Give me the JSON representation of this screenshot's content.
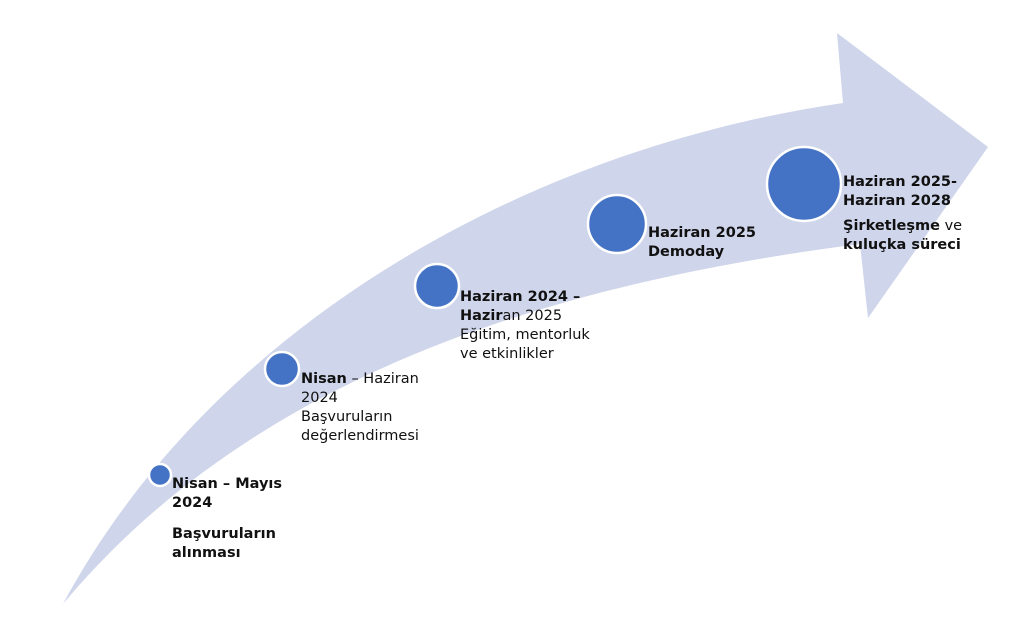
{
  "colors": {
    "arrow_fill": "#cfd5ea",
    "node_fill": "#4472c4",
    "node_stroke": "#ffffff",
    "text": "#111111"
  },
  "milestones": [
    {
      "date_line1": "Nisan – Mayıs",
      "date_line2": "2024",
      "desc_line1": "Başvuruların",
      "desc_line2": "alınması"
    },
    {
      "date_bold": "Nisan",
      "date_rest": " –  Haziran",
      "date_line2": "2024",
      "desc_line1": "Başvuruların",
      "desc_line2": "değerlendirmesi"
    },
    {
      "date_line1": "Haziran 2024 –",
      "date_line2_bold": "Hazir",
      "date_line2_rest": "an 2025",
      "desc_line1": "Eğitim, mentorluk",
      "desc_line2": "ve etkinlikler"
    },
    {
      "date_line1": "Haziran 2025",
      "desc_line1": "Demoday"
    },
    {
      "date_line1": "Haziran 2025-",
      "date_line2": "Haziran 2028",
      "desc_bold": "Şirketleşme",
      "desc_rest": " ve",
      "desc_line2": "kuluçka süreci"
    }
  ]
}
